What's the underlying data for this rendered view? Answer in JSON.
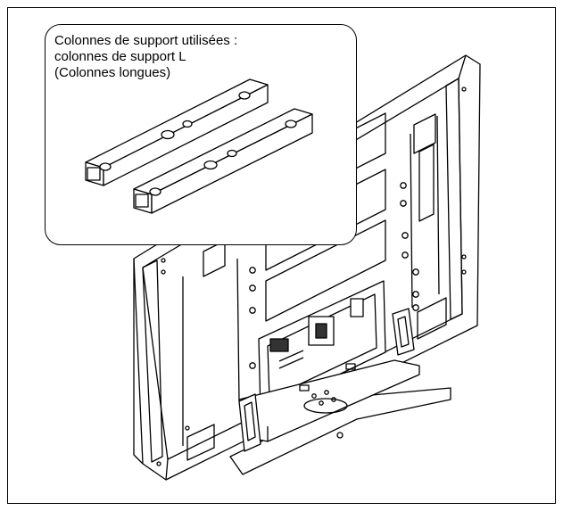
{
  "callout": {
    "lines": [
      "Colonnes de support utilisées :",
      "colonnes de support L",
      "(Colonnes longues)"
    ]
  },
  "colors": {
    "line": "#000000",
    "background": "#ffffff",
    "port": "#333333"
  },
  "icons": {
    "display": "plasma-display-rear-view",
    "stand": "tv-stand-base",
    "columns": "support-column-L"
  }
}
